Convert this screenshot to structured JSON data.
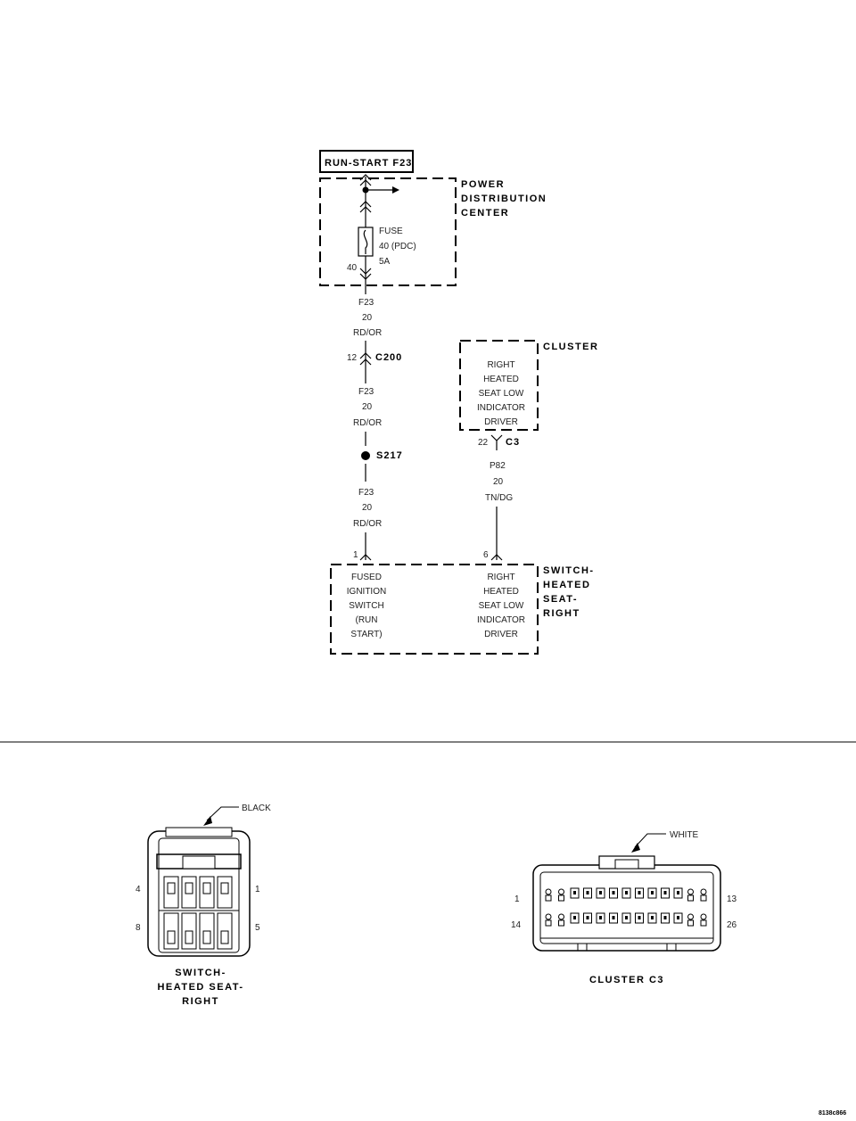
{
  "schematic": {
    "title": "RUN-START F23",
    "pdc": {
      "label_lines": [
        "POWER",
        "DISTRIBUTION",
        "CENTER"
      ],
      "fuse_lines": [
        "FUSE",
        "40 (PDC)",
        "5A"
      ],
      "pin": "40"
    },
    "wire_segment_1": [
      "F23",
      "20",
      "RD/OR"
    ],
    "c200": {
      "pin": "12",
      "label": "C200"
    },
    "wire_segment_2": [
      "F23",
      "20",
      "RD/OR"
    ],
    "splice": "S217",
    "wire_segment_3": [
      "F23",
      "20",
      "RD/OR"
    ],
    "cluster": {
      "label": "CLUSTER",
      "inner_lines": [
        "RIGHT",
        "HEATED",
        "SEAT LOW",
        "INDICATOR",
        "DRIVER"
      ]
    },
    "c3": {
      "pin": "22",
      "label": "C3"
    },
    "wire_p82": [
      "P82",
      "20",
      "TN/DG"
    ],
    "switch": {
      "label_lines": [
        "SWITCH-",
        "HEATED",
        "SEAT-",
        "RIGHT"
      ],
      "pin_left": "1",
      "pin_right": "6",
      "left_lines": [
        "FUSED",
        "IGNITION",
        "SWITCH",
        "(RUN",
        "START)"
      ],
      "right_lines": [
        "RIGHT",
        "HEATED",
        "SEAT LOW",
        "INDICATOR",
        "DRIVER"
      ]
    }
  },
  "connectors": {
    "switch_connector": {
      "color_label": "BLACK",
      "pins": {
        "top_left": "4",
        "top_right": "1",
        "bottom_left": "8",
        "bottom_right": "5"
      },
      "caption_lines": [
        "SWITCH-",
        "HEATED SEAT-",
        "RIGHT"
      ]
    },
    "cluster_connector": {
      "color_label": "WHITE",
      "pins": {
        "top_left": "1",
        "top_right": "13",
        "bottom_left": "14",
        "bottom_right": "26"
      },
      "caption": "CLUSTER C3"
    }
  },
  "footer_code": "8138c866"
}
